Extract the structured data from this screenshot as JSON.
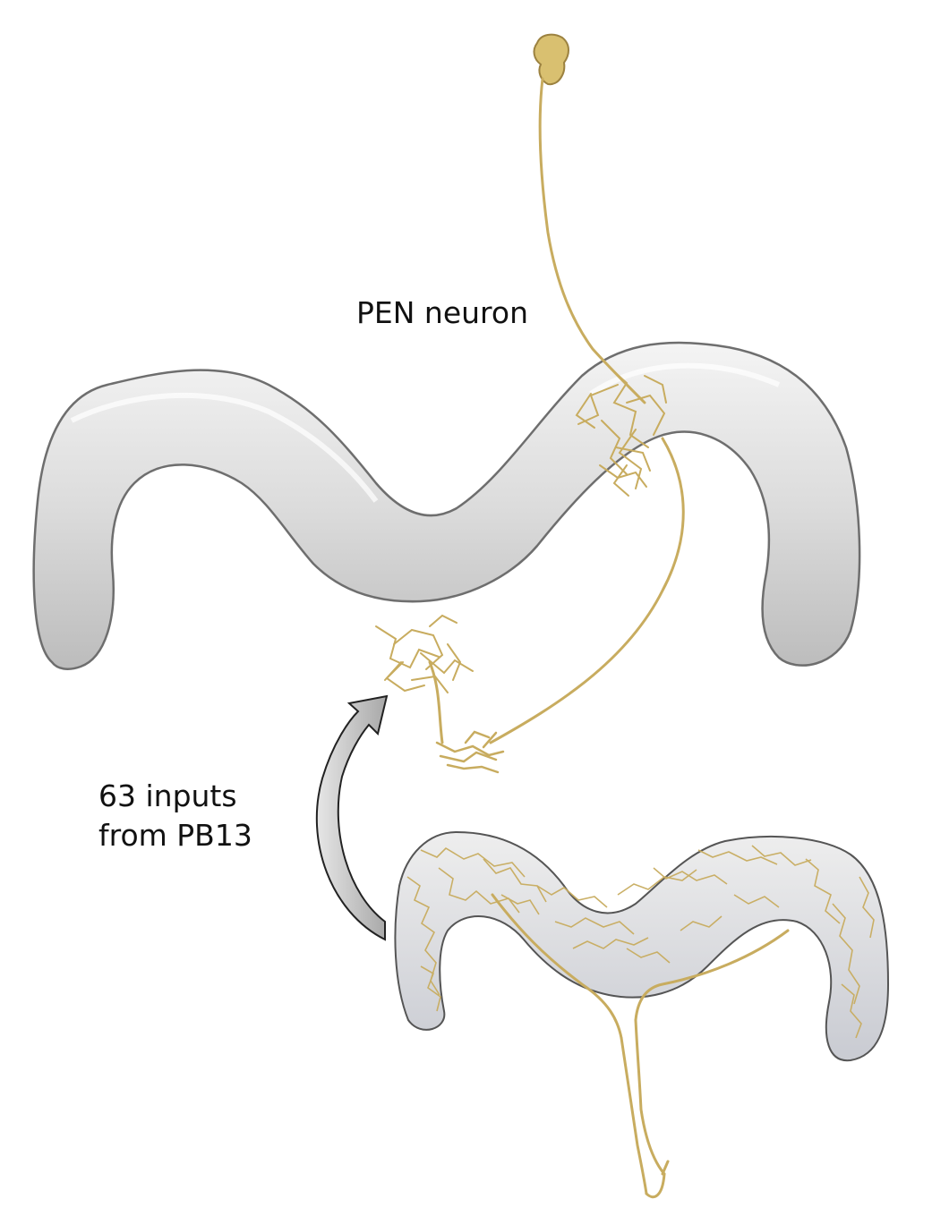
{
  "labels": {
    "neuron_label": "PEN neuron",
    "inputs_line1": "63 inputs",
    "inputs_line2": "from PB13"
  },
  "colors": {
    "background": "#ffffff",
    "structure_fill": "#d6d6d6",
    "structure_stroke": "#6e6e6e",
    "neuron": "#c8ac5f",
    "neuron_dark": "#9c8240",
    "arrow_fill": "#bdbdbd",
    "arrow_stroke": "#222222",
    "text": "#111111"
  }
}
